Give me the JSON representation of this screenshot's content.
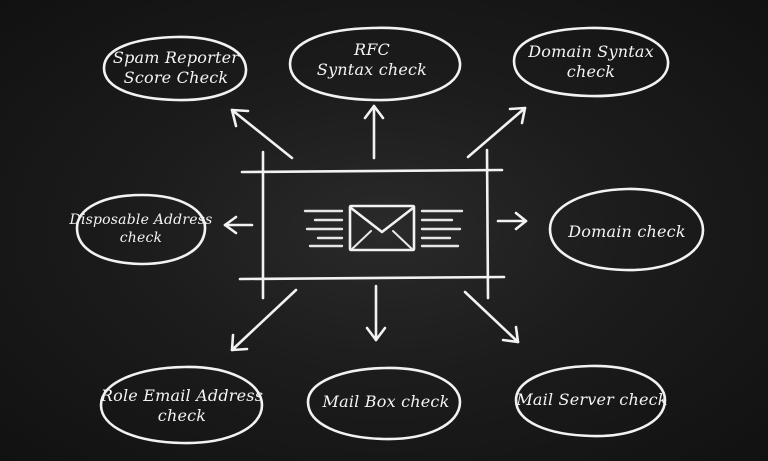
{
  "nodes": {
    "spam_reporter": {
      "line1": "Spam Reporter",
      "line2": "Score Check"
    },
    "rfc_syntax": {
      "line1": "RFC",
      "line2": "Syntax check"
    },
    "domain_syntax": {
      "line1": "Domain Syntax",
      "line2": "check"
    },
    "disposable_address": {
      "line1": "Disposable Address",
      "line2": "check"
    },
    "domain_check": {
      "line1": "Domain check"
    },
    "role_email": {
      "line1": "Role Email Address",
      "line2": "check"
    },
    "mail_box": {
      "line1": "Mail Box check"
    },
    "mail_server": {
      "line1": "Mail Server check"
    }
  },
  "center": {
    "icon": "envelope-icon"
  },
  "colors": {
    "background": "#1c1c1c",
    "chalk": "#f2f2f2"
  }
}
